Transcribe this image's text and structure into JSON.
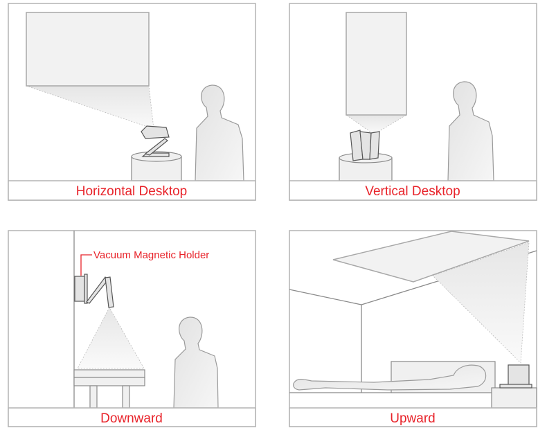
{
  "panels": [
    {
      "caption": "Horizontal Desktop"
    },
    {
      "caption": "Vertical Desktop"
    },
    {
      "caption": "Downward",
      "annotation": "Vacuum Magnetic Holder"
    },
    {
      "caption": "Upward"
    }
  ],
  "colors": {
    "caption": "#e8232a",
    "frame": "#b4b4b4"
  }
}
